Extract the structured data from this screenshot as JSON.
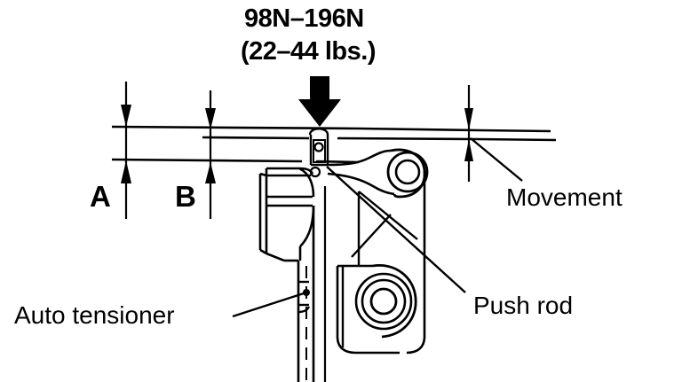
{
  "figure": {
    "type": "technical-line-drawing",
    "subject": "Drive belt tension check with auto tensioner",
    "force_spec": {
      "line1": "98N–196N",
      "line2": "(22–44 lbs.)"
    },
    "dimension_labels": [
      {
        "id": "A",
        "label": "A"
      },
      {
        "id": "B",
        "label": "B"
      }
    ],
    "callouts": [
      {
        "id": "movement",
        "label": "Movement"
      },
      {
        "id": "push-rod",
        "label": "Push rod"
      },
      {
        "id": "auto-tensioner",
        "label": "Auto tensioner"
      }
    ],
    "colors": {
      "ink": "#000000",
      "paper": "#ffffff"
    }
  },
  "chart_data": {
    "type": "table",
    "title": "98N–196N (22–44 lbs.)",
    "categories": [
      "A",
      "B",
      "Movement"
    ],
    "values": [
      "A",
      "B",
      "Movement"
    ]
  }
}
